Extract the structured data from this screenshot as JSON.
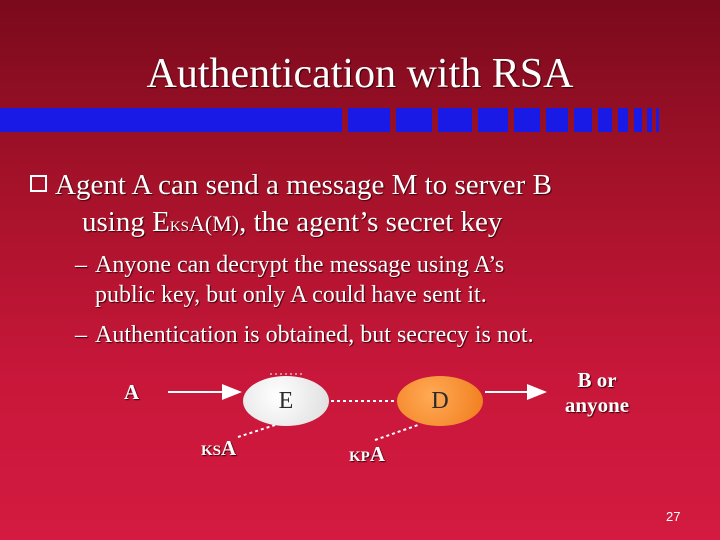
{
  "slide": {
    "title": "Authentication with RSA",
    "bullet": {
      "line1": "Agent A can send a message M to server B",
      "line2_prefix": "using E",
      "line2_sub": "ksA(M)",
      "line2_suffix": ", the agent’s secret key"
    },
    "sub_bullets": [
      {
        "dash": "–",
        "line1": "Anyone can decrypt the message using A’s",
        "line2": "public key, but only A could have sent it."
      },
      {
        "dash": "–",
        "line1": "Authentication is obtained, but secrecy is not."
      }
    ],
    "diagram": {
      "sender": "A",
      "encrypt_node": "E",
      "decrypt_node": "D",
      "receiver_line1": "B or",
      "receiver_line2": "anyone",
      "secret_key_label": "ksA",
      "public_key_label": "kpA"
    },
    "page_number": "27"
  },
  "colors": {
    "background_top": "#7a0a1c",
    "background_bottom": "#d41a40",
    "accent_bars": "#1a1ae6",
    "decrypt_node": "#f07a1a",
    "encrypt_node": "#e8e8e8"
  }
}
